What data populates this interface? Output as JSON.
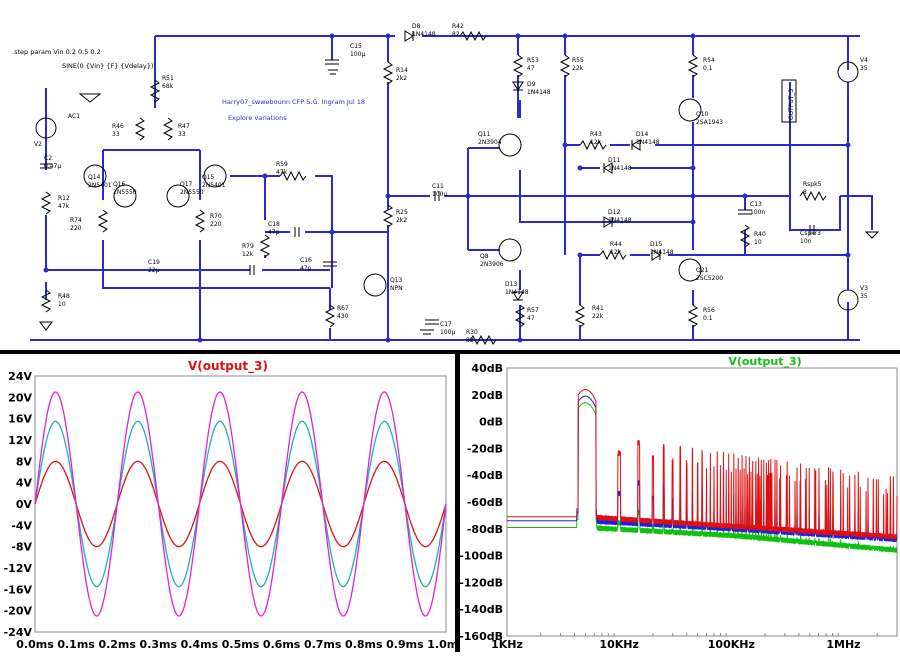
{
  "schematic": {
    "directive_1": ".step param Vin 0.2 0.5 0.2",
    "directive_2": "SINE(0 {Vin} {F} {Vdelay})",
    "title_note": "Harry07_swwebounn CFP S.G. Ingram Jul 18",
    "subtitle_note": "Explore variations",
    "components": [
      {
        "ref": "AC1",
        "value": ""
      },
      {
        "ref": "V2",
        "value": ""
      },
      {
        "ref": "C2",
        "value": "0.47µ"
      },
      {
        "ref": "R12",
        "value": "47k"
      },
      {
        "ref": "R48",
        "value": "10"
      },
      {
        "ref": "Q14",
        "value": "2N5401"
      },
      {
        "ref": "Q16",
        "value": "2N5550"
      },
      {
        "ref": "Q17",
        "value": "2N5550"
      },
      {
        "ref": "Q15",
        "value": "2N5401"
      },
      {
        "ref": "R51",
        "value": "68k"
      },
      {
        "ref": "R46",
        "value": "33"
      },
      {
        "ref": "R47",
        "value": "33"
      },
      {
        "ref": "R74",
        "value": "220"
      },
      {
        "ref": "R70",
        "value": "220"
      },
      {
        "ref": "C19",
        "value": "22µ"
      },
      {
        "ref": "R59",
        "value": "47k"
      },
      {
        "ref": "C18",
        "value": "47p"
      },
      {
        "ref": "R79",
        "value": "12k"
      },
      {
        "ref": "C16",
        "value": "47p"
      },
      {
        "ref": "R67",
        "value": "430"
      },
      {
        "ref": "Q13",
        "value": "NPN"
      },
      {
        "ref": "C15",
        "value": "100µ"
      },
      {
        "ref": "R14",
        "value": "2k2"
      },
      {
        "ref": "R25",
        "value": "2k2"
      },
      {
        "ref": "C17",
        "value": "100µ"
      },
      {
        "ref": "R30",
        "value": "82"
      },
      {
        "ref": "D8",
        "value": "1N4148"
      },
      {
        "ref": "R42",
        "value": "82"
      },
      {
        "ref": "R53",
        "value": "47"
      },
      {
        "ref": "D9",
        "value": "1N4148"
      },
      {
        "ref": "R55",
        "value": "22k"
      },
      {
        "ref": "Q11",
        "value": "2N3904"
      },
      {
        "ref": "R43",
        "value": "12k"
      },
      {
        "ref": "D14",
        "value": "1N4148"
      },
      {
        "ref": "D11",
        "value": "1N4148"
      },
      {
        "ref": "C11",
        "value": "100µ"
      },
      {
        "ref": "D12",
        "value": "1N4148"
      },
      {
        "ref": "Q8",
        "value": "2N3906"
      },
      {
        "ref": "R44",
        "value": "12k"
      },
      {
        "ref": "D15",
        "value": "1N4148"
      },
      {
        "ref": "D13",
        "value": "1N4148"
      },
      {
        "ref": "R57",
        "value": "47"
      },
      {
        "ref": "R41",
        "value": "22k"
      },
      {
        "ref": "R54",
        "value": "0.1"
      },
      {
        "ref": "Q10",
        "value": "2SA1943"
      },
      {
        "ref": "Q21",
        "value": "2SC5200"
      },
      {
        "ref": "R56",
        "value": "0.1"
      },
      {
        "ref": "C13",
        "value": "100n"
      },
      {
        "ref": "R40",
        "value": "10"
      },
      {
        "ref": "Rspk5",
        "value": "8"
      },
      {
        "ref": "Cspkr3",
        "value": "10n"
      },
      {
        "ref": "V4",
        "value": "35"
      },
      {
        "ref": "V3",
        "value": "35"
      }
    ],
    "net_label": "OUTPUT_3"
  },
  "time_plot": {
    "title": "V(output_3)",
    "colors": {
      "title": "#e01010"
    }
  },
  "fft_plot": {
    "title": "V(output_3)",
    "colors": {
      "title": "#10c010"
    }
  },
  "chart_data": [
    {
      "type": "line",
      "title": "V(output_3)",
      "xlabel": "",
      "ylabel": "",
      "x_ticks": [
        "0.0ms",
        "0.1ms",
        "0.2ms",
        "0.3ms",
        "0.4ms",
        "0.5ms",
        "0.6ms",
        "0.7ms",
        "0.8ms",
        "0.9ms",
        "1.0ms"
      ],
      "y_ticks": [
        "24V",
        "20V",
        "16V",
        "12V",
        "8V",
        "4V",
        "0V",
        "-4V",
        "-8V",
        "-12V",
        "-16V",
        "-20V",
        "-24V"
      ],
      "xlim": [
        0,
        1.0
      ],
      "ylim": [
        -24,
        24
      ],
      "x_unit": "ms",
      "frequency_khz": 5,
      "grid": false,
      "series": [
        {
          "color": "#e01010",
          "amplitude": 8
        },
        {
          "color": "#20b0b0",
          "amplitude": 15.5
        },
        {
          "color": "#e020e0",
          "amplitude": 21
        }
      ]
    },
    {
      "type": "line",
      "title": "V(output_3)",
      "xlabel": "",
      "ylabel": "",
      "x_scale": "log",
      "x_ticks": [
        "1KHz",
        "10KHz",
        "100KHz",
        "1MHz"
      ],
      "y_ticks": [
        "40dB",
        "20dB",
        "0dB",
        "-20dB",
        "-40dB",
        "-60dB",
        "-80dB",
        "-100dB",
        "-120dB",
        "-140dB",
        "-160dB"
      ],
      "xlim": [
        1000,
        3000000
      ],
      "ylim": [
        -160,
        40
      ],
      "grid": false,
      "series": [
        {
          "color": "#e01010",
          "fundamental_db": 24,
          "floor_db": [
            -71,
            -78,
            -86
          ],
          "harmonic_peak_db": -10
        },
        {
          "color": "#2020e0",
          "fundamental_db": 19,
          "floor_db": [
            -74,
            -80,
            -88
          ],
          "harmonic_peak_db": -40
        },
        {
          "color": "#10c010",
          "fundamental_db": 14,
          "floor_db": [
            -79,
            -85,
            -96
          ],
          "harmonic_peak_db": -62
        }
      ]
    }
  ]
}
